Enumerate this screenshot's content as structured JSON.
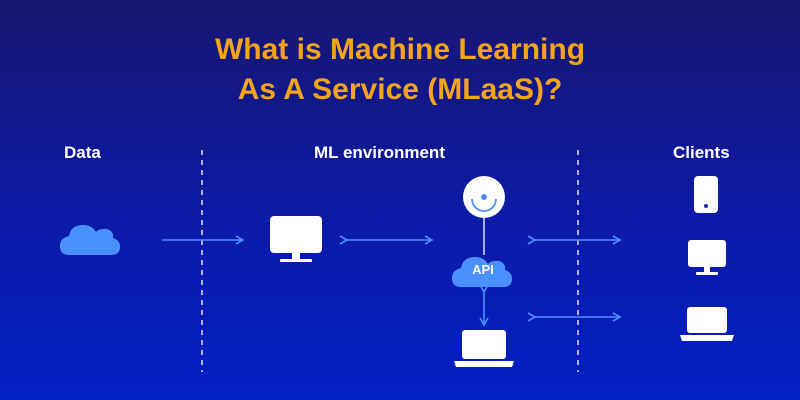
{
  "title": {
    "line1": "What is Machine Learning",
    "line2": "As A Service (MLaaS)?"
  },
  "columns": {
    "data": "Data",
    "ml_environment": "ML environment",
    "clients": "Clients"
  },
  "api_label": "API",
  "colors": {
    "title": "#f3a41d",
    "accent": "#4a90ff",
    "icon_fill": "#ffffff",
    "cloud": "#4a90ff"
  },
  "icons": [
    "cloud-icon",
    "monitor-icon",
    "model-disc-icon",
    "api-cloud-icon",
    "laptop-icon",
    "smartphone-icon",
    "client-monitor-icon",
    "client-laptop-icon"
  ]
}
